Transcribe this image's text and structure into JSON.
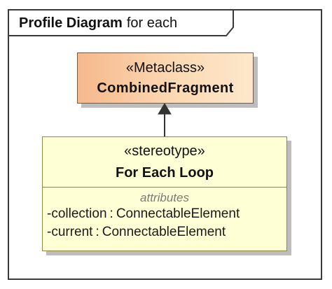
{
  "frame": {
    "kind": "Profile Diagram",
    "name": "for each"
  },
  "metaclass": {
    "stereotype": "«Metaclass»",
    "name": "CombinedFragment"
  },
  "stereotype_element": {
    "stereotype": "«stereotype»",
    "name": "For Each Loop",
    "compartment_title": "attributes",
    "attributes": [
      {
        "name": "-collection",
        "separator": ":",
        "type": "ConnectableElement"
      },
      {
        "name": "-current",
        "separator": ":",
        "type": "ConnectableElement"
      }
    ]
  },
  "colors": {
    "metaclass_fill_start": "#f6b88c",
    "metaclass_fill_end": "#fde7cc",
    "stereotype_fill": "#ffffd6",
    "frame_border": "#3a3a3a"
  }
}
